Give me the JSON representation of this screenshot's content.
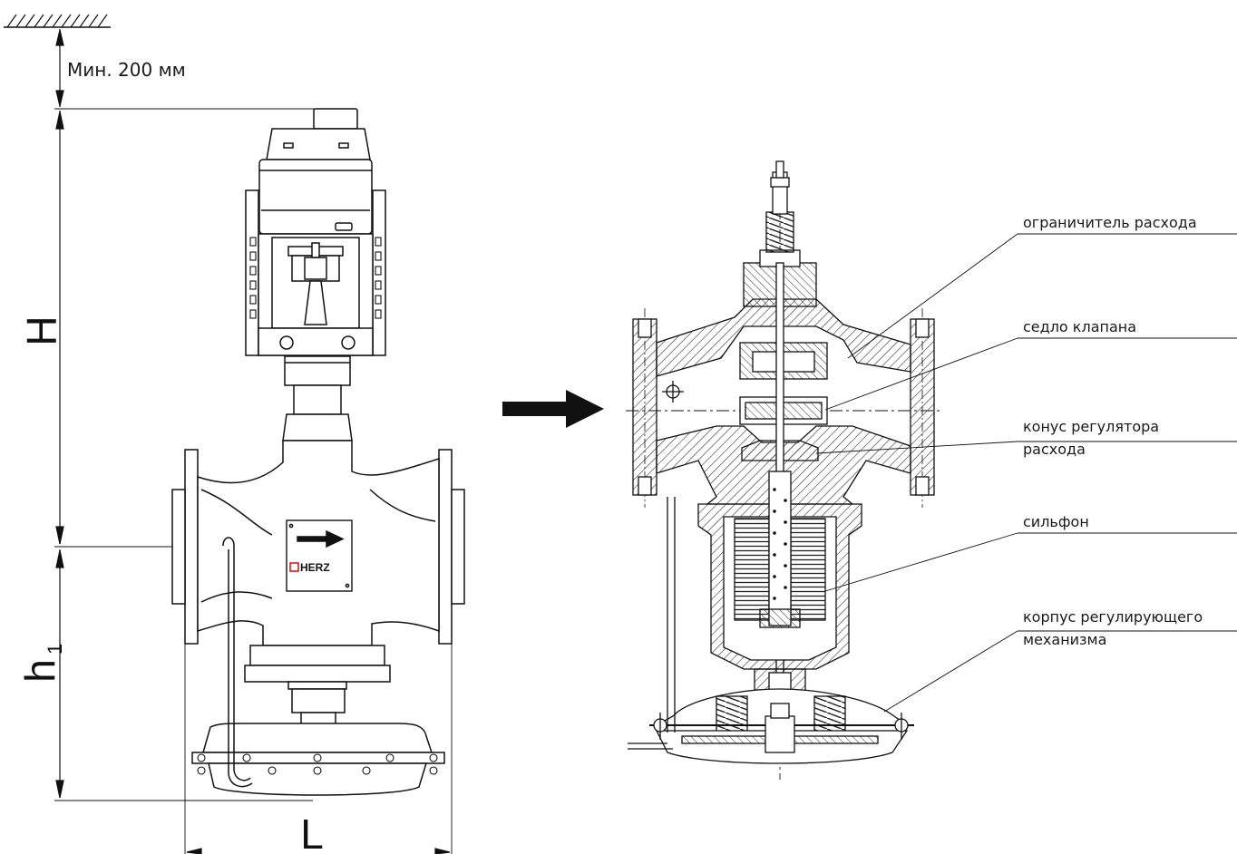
{
  "dimensions": {
    "min_clearance": "Мин. 200 мм",
    "H": "H",
    "h1_main": "h",
    "h1_sub": "1",
    "L": "L"
  },
  "brand": {
    "logo_text": "HERZ"
  },
  "callouts": {
    "flow_limiter": "ограничитель расхода",
    "valve_seat": "седло клапана",
    "cone_line1": "конус регулятора",
    "cone_line2": "расхода",
    "bellows": "сильфон",
    "housing_line1": "корпус регулирующего",
    "housing_line2": "механизма"
  },
  "colors": {
    "line": "#1a1a1a",
    "hatch": "#333333",
    "arrow": "#111111",
    "background": "#ffffff"
  }
}
